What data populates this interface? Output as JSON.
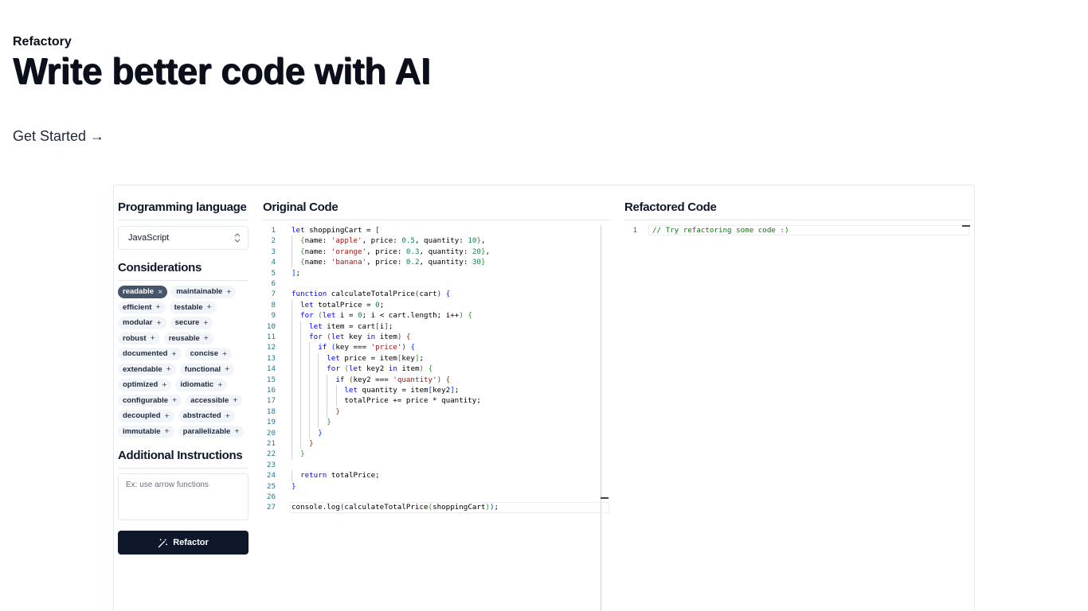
{
  "header": {
    "brand": "Refactory",
    "title": "Write better code with AI",
    "cta": "Get Started →"
  },
  "language": {
    "heading": "Programming language",
    "selected": "JavaScript"
  },
  "considerations": {
    "heading": "Considerations",
    "tags": [
      {
        "label": "readable",
        "active": true
      },
      {
        "label": "maintainable",
        "active": false
      },
      {
        "label": "efficient",
        "active": false
      },
      {
        "label": "testable",
        "active": false
      },
      {
        "label": "modular",
        "active": false
      },
      {
        "label": "secure",
        "active": false
      },
      {
        "label": "robust",
        "active": false
      },
      {
        "label": "reusable",
        "active": false
      },
      {
        "label": "documented",
        "active": false
      },
      {
        "label": "concise",
        "active": false
      },
      {
        "label": "extendable",
        "active": false
      },
      {
        "label": "functional",
        "active": false
      },
      {
        "label": "optimized",
        "active": false
      },
      {
        "label": "idiomatic",
        "active": false
      },
      {
        "label": "configurable",
        "active": false
      },
      {
        "label": "accessible",
        "active": false
      },
      {
        "label": "decoupled",
        "active": false
      },
      {
        "label": "abstracted",
        "active": false
      },
      {
        "label": "immutable",
        "active": false
      },
      {
        "label": "parallelizable",
        "active": false
      }
    ]
  },
  "instructions": {
    "heading": "Additional Instructions",
    "placeholder": "Ex: use arrow functions",
    "value": ""
  },
  "refactor_button": "Refactor",
  "original": {
    "heading": "Original Code",
    "lines": [
      "let shoppingCart = [",
      "  {name: 'apple', price: 0.5, quantity: 10},",
      "  {name: 'orange', price: 0.3, quantity: 20},",
      "  {name: 'banana', price: 0.2, quantity: 30}",
      "];",
      "",
      "function calculateTotalPrice(cart) {",
      "  let totalPrice = 0;",
      "  for (let i = 0; i < cart.length; i++) {",
      "    let item = cart[i];",
      "    for (let key in item) {",
      "      if (key === 'price') {",
      "        let price = item[key];",
      "        for (let key2 in item) {",
      "          if (key2 === 'quantity') {",
      "            let quantity = item[key2];",
      "            totalPrice += price * quantity;",
      "          }",
      "        }",
      "      }",
      "    }",
      "  }",
      "",
      "  return totalPrice;",
      "}",
      "",
      "console.log(calculateTotalPrice(shoppingCart));"
    ]
  },
  "refactored": {
    "heading": "Refactored Code",
    "lines": [
      "// Try refactoring some code :)"
    ]
  },
  "colors": {
    "primary_button": "#0f172a",
    "active_tag": "#475569",
    "tag_bg": "#f1f5f9",
    "line_number": "#237893",
    "keyword": "#0000ff",
    "string": "#a31515",
    "number": "#098658",
    "comment": "#008000"
  },
  "icons": {
    "select": "chevron-up-down-icon",
    "refactor": "magic-wand-icon",
    "tag_add": "plus-icon",
    "tag_remove": "close-icon"
  }
}
